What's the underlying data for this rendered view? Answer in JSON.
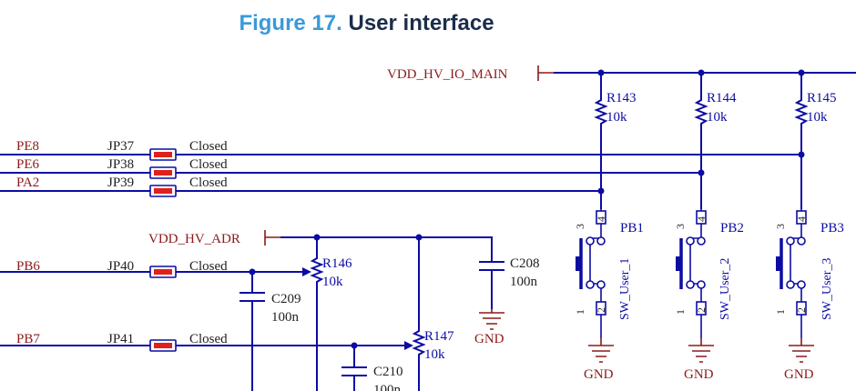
{
  "figure": {
    "number": "Figure 17.",
    "title": "User interface"
  },
  "nets": {
    "vdd_io": "VDD_HV_IO_MAIN",
    "vdd_adr": "VDD_HV_ADR",
    "gnd": "GND"
  },
  "signals": [
    {
      "net": "PE8",
      "jumper": "JP37",
      "state": "Closed"
    },
    {
      "net": "PE6",
      "jumper": "JP38",
      "state": "Closed"
    },
    {
      "net": "PA2",
      "jumper": "JP39",
      "state": "Closed"
    },
    {
      "net": "PB6",
      "jumper": "JP40",
      "state": "Closed"
    },
    {
      "net": "PB7",
      "jumper": "JP41",
      "state": "Closed"
    }
  ],
  "resistors": [
    {
      "ref": "R143",
      "value": "10k"
    },
    {
      "ref": "R144",
      "value": "10k"
    },
    {
      "ref": "R145",
      "value": "10k"
    },
    {
      "ref": "R146",
      "value": "10k"
    },
    {
      "ref": "R147",
      "value": "10k"
    }
  ],
  "capacitors": [
    {
      "ref": "C208",
      "value": "100n"
    },
    {
      "ref": "C209",
      "value": "100n"
    },
    {
      "ref": "C210",
      "value": "100n"
    }
  ],
  "buttons": [
    {
      "ref": "PB1",
      "label": "SW_User_1"
    },
    {
      "ref": "PB2",
      "label": "SW_User_2"
    },
    {
      "ref": "PB3",
      "label": "SW_User_3"
    }
  ],
  "pins": [
    "1",
    "2",
    "3",
    "4"
  ]
}
